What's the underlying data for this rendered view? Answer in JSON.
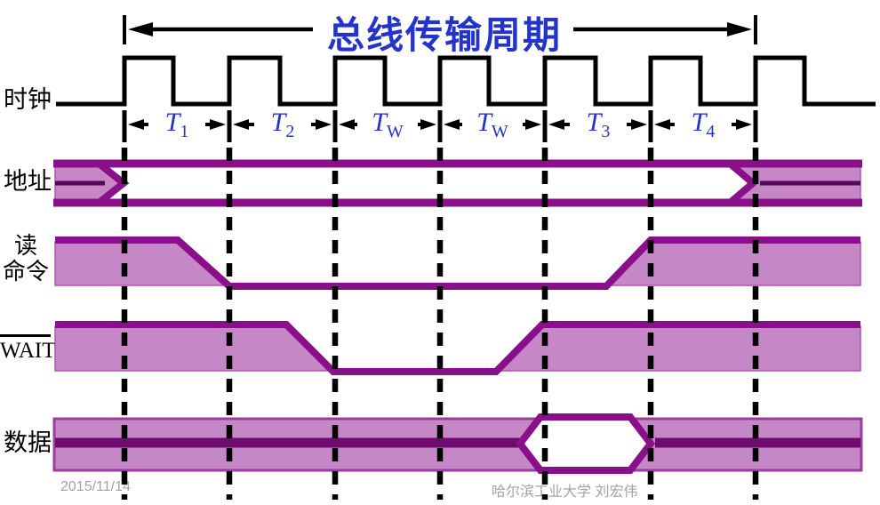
{
  "title": "总线传输周期",
  "signals": {
    "clock": "时钟",
    "address": "地址",
    "read1": "读",
    "read2": "命令",
    "wait": "WAIT",
    "data": "数据"
  },
  "intervals": [
    {
      "base": "T",
      "sub": "1"
    },
    {
      "base": "T",
      "sub": "2"
    },
    {
      "base": "T",
      "sub": "W"
    },
    {
      "base": "T",
      "sub": "W"
    },
    {
      "base": "T",
      "sub": "3"
    },
    {
      "base": "T",
      "sub": "4"
    }
  ],
  "footer": {
    "date": "2015/11/14",
    "credit": "哈尔滨工业大学 刘宏伟"
  },
  "colors": {
    "accent_blue": "#2333CC",
    "purple_dark": "#8A0F8A",
    "purple_mid_line": "#55075C",
    "purple_fill": "#C687C6",
    "purple_band_border": "#9C3D9C",
    "gray_text": "#A3A3A3",
    "black": "#000000"
  }
}
